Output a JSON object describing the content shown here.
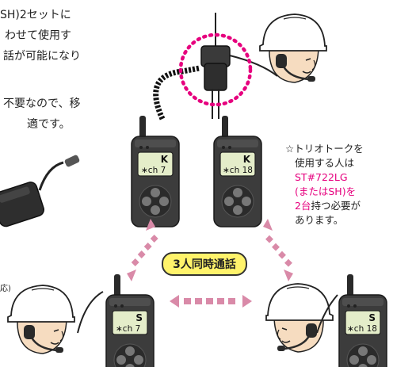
{
  "intro": {
    "line1": "SH)2セットに",
    "line2": "わせて使用す",
    "line3": "話が可能になり",
    "line4": "不要なので、移",
    "line5": "適です。"
  },
  "note": {
    "line1": "☆トリオトークを",
    "line2": "使用する人は",
    "line3": "ST#722LG",
    "line4": "(またはSH)を",
    "line5": "2台",
    "line5_rest": "持つ必要が",
    "line6": "あります。"
  },
  "badge": "3人同時通話",
  "side_label": "応)",
  "radios": {
    "top_left": {
      "letter": "K",
      "channel": "∗ch 7"
    },
    "top_right": {
      "letter": "K",
      "channel": "∗ch 18"
    },
    "bottom_left": {
      "letter": "S",
      "channel": "∗ch 7"
    },
    "bottom_right": {
      "letter": "S",
      "channel": "∗ch 18"
    }
  },
  "colors": {
    "accent": "#e6007e",
    "arrow": "#d98aa8",
    "badge_fill": "#fff36b",
    "face": "#f6dcc0",
    "helmet": "#ffffff",
    "radio_body": "#3c3c3c",
    "screen": "#e4edc9"
  },
  "icons": [
    "helmet-worker",
    "walkie-talkie",
    "headset-adapter",
    "ac-adapter",
    "double-arrow"
  ]
}
